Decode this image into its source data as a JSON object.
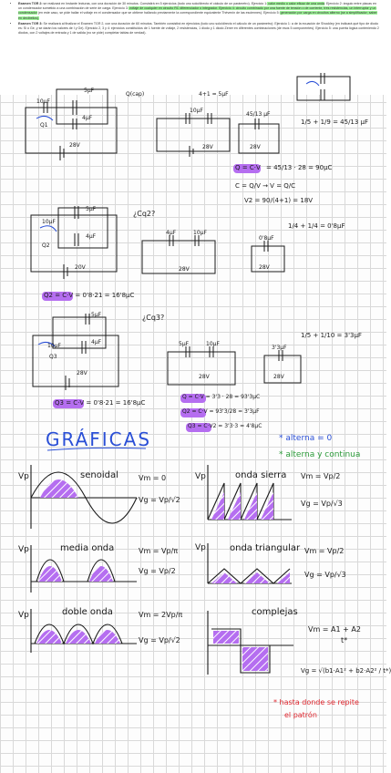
{
  "notes": {
    "item1_title": "Examen TGR 2:",
    "item1_plain": " se realizará en Instante lecturas, con una duración de 30 minutos. Consistirá en 5 ejercicios (todo uno solo/directo el cálculo de un parámetro). Ejercicio 1:",
    "item1_hl1": " calor medio o calor eficaz de una onda",
    "item1_plain2": ". Ejercicio 2: ángulo entre placas en un condensador sometido a una combinación de serie de carga. Ejercicio 3:",
    "item1_hl2": " voltaje de cualquier en circuito RC diferenciador o integrador. Ejercicio 4: circuito combinado por una fuente de tensión o de corriente, tres resistencias, un interruptor y un condensador",
    "item1_plain3": " (en este caso, se pide hallar el voltaje en el condensador que se obtiene hallando previamente la correspondiente equivalente Thévenin de las esciennes). Ejercicio 5:",
    "item1_hl3": " generación por carga en circuitos alterno (se a simplificador; saber en decibelios).",
    "item2_title": "Examen TGR 3:",
    "item2_plain": " Se realizará al finalizar el Examen TGR 2, con una duración de 60 minutos. También consistirá en ejercicios (todo uno solo/directo el cálculo de un parámetro): Ejercicio 1: a de la ecuación de Shockley (en indicará qué tipo de diodo es: Si o Ge, y se darán los valores de I y Ge). Ejercicio 2, 3 y 4: ejercicios constituidos de 1 fuente de voltaje, 2 resistencias, 1 diodo y 1 diodo Zener en diferentes combinaciones (de esos 5 componentes). Ejercicio 5: una puerta lógica conteniendo 2 diodos, con 2 voltajes de entrada y 1 de salida (no se pide) completar tablas de verdad)."
  },
  "circuit1": {
    "cap_a": "5μF",
    "cap_b": "4μF",
    "cap_c": "10μF",
    "q1": "Q1",
    "vsrc": "28V",
    "step1": "Q(cap)",
    "eq_label": "4+1 = 5μF",
    "eq_cap_left": "10μF",
    "eq_vsrc": "28V",
    "eq_final_cap": "45/13 μF",
    "eq_vsrc2": "28V",
    "series_formula": "1/5 + 1/9 = 45/13 μF",
    "q_eq": "Q = C·V",
    "q_eq_tail": "= 45/13 · 28 = 90μC",
    "c_eq": "C = Q/V → V = Q/C",
    "v2_eq": "V2 = 90/(4+1) = 18V"
  },
  "circuit2": {
    "cap_a": "5μF",
    "cap_b": "4μF",
    "cap_c": "10μF",
    "q2": "Q2",
    "vsrc": "20V",
    "q_label": "¿Cq2?",
    "eq_cap1": "4μF",
    "eq_cap2": "10μF",
    "eq_vsrc": "28V",
    "eq_cap_final": "0'8μF",
    "eq_vsrc2": "28V",
    "series_formula": "1/4 + 1/4 = 0'8μF",
    "result": "Q2 = C·V = 0'8·21 = 16'8μC"
  },
  "circuit3": {
    "cap_a": "5μF",
    "cap_b": "4μF",
    "cap_c": "10μF",
    "q3": "Q3",
    "vsrc": "28V",
    "q_label": "¿Cq3?",
    "eq_cap1": "5μF",
    "eq_cap2": "10μF",
    "eq_vsrc": "28V",
    "eq_cap_final": "3'3μF",
    "eq_vsrc2": "28V",
    "series_formula": "1/5 + 1/10 = 3'3μF",
    "result": "Q3 = C·V = 0'8·21 = 16'8μC",
    "r1": "Q = C·V = 3'3 · 28 = 93'3μC",
    "r2": "Q2 = C·V = 93'3/28 = 3'3μF",
    "r3": "Q3 = C·V2 = 3'3·3 = 4'8μC"
  },
  "graficas": {
    "title": "GRÁFICAS",
    "legend1": "* alterna = 0",
    "legend2": "* alterna y continua",
    "vp": "Vp",
    "senoidal": "senoidal",
    "senoidal_vm": "Vm = 0",
    "senoidal_vg": "Vg = Vp/√2",
    "sierra": "onda sierra",
    "sierra_vm": "Vm = Vp/2",
    "sierra_vg": "Vg = Vp/√3",
    "media": "media onda",
    "media_vm": "Vm = Vp/π",
    "media_vg": "Vg = Vp/2",
    "triangular": "onda triangular",
    "triang_vm": "Vm = Vp/2",
    "triang_vg": "Vg = Vp/√3",
    "doble": "doble onda",
    "doble_vm": "Vm = 2Vp/π",
    "doble_vg": "Vg = Vp/√2",
    "complejas": "complejas",
    "complejas_vm": "Vm = A1 + A2",
    "complejas_vm_den": "t*",
    "complejas_vg": "Vg = √(b1·A1² + b2·A2² / t*)",
    "note1": "* hasta donde se repite",
    "note2": "el patrón"
  },
  "colors": {
    "ink": "#1a1a1a",
    "highlight_green": "#9ff39a",
    "purple": "#7b2fbf",
    "pill": "#b56ef0",
    "blue_note": "#2a4fd6",
    "green_note": "#2c9b3a",
    "red_note": "#e0262e"
  }
}
